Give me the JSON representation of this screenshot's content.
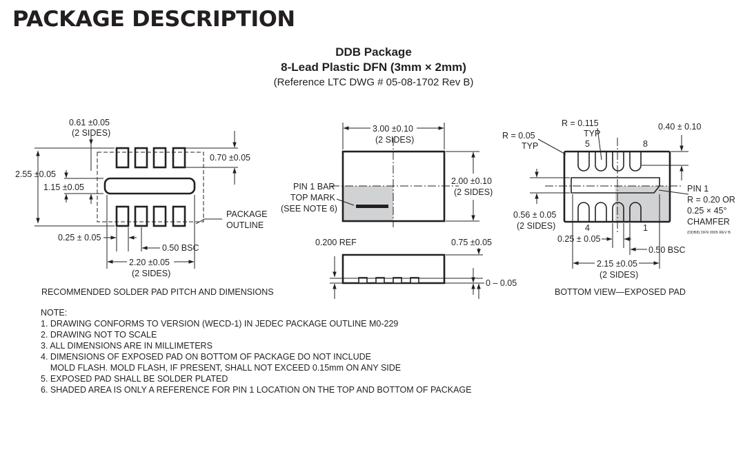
{
  "title": "PACKAGE DESCRIPTION",
  "package": {
    "name": "DDB Package",
    "description": "8-Lead Plastic DFN (3mm × 2mm)",
    "reference": "(Reference LTC DWG # 05-08-1702 Rev B)"
  },
  "solder_pad_view": {
    "caption": "RECOMMENDED SOLDER PAD PITCH AND DIMENSIONS",
    "dim_pad_width": "0.61 ±0.05",
    "dim_pad_width_sides": "(2 SIDES)",
    "dim_pad_length": "0.70 ±0.05",
    "dim_overall_height": "2.55 ±0.05",
    "dim_exposed_height": "1.15 ±0.05",
    "package_outline_label_1": "PACKAGE",
    "package_outline_label_2": "OUTLINE",
    "dim_pad_pitch_width": "0.25 ± 0.05",
    "dim_bsc": "0.50 BSC",
    "dim_exposed_width": "2.20 ±0.05",
    "dim_exposed_width_sides": "(2 SIDES)"
  },
  "top_view": {
    "dim_width": "3.00 ±0.10",
    "dim_width_sides": "(2 SIDES)",
    "dim_height": "2.00 ±0.10",
    "dim_height_sides": "(2 SIDES)",
    "pin1_label_1": "PIN 1 BAR",
    "pin1_label_2": "TOP MARK",
    "pin1_label_3": "(SEE NOTE 6)"
  },
  "side_view": {
    "dim_ref": "0.200 REF",
    "dim_thickness": "0.75 ±0.05",
    "dim_standoff": "0 – 0.05"
  },
  "bottom_view": {
    "caption": "BOTTOM VIEW—EXPOSED PAD",
    "radius_corner": "R = 0.05",
    "radius_corner_typ": "TYP",
    "radius_lead": "R = 0.115",
    "radius_lead_typ": "TYP",
    "pin_5": "5",
    "pin_8": "8",
    "pin_4": "4",
    "pin_1": "1",
    "dim_lead_length": "0.40 ± 0.10",
    "pin1_note_1": "PIN 1",
    "pin1_note_2": "R = 0.20 OR",
    "pin1_note_3": "0.25 × 45°",
    "pin1_note_4": "CHAMFER",
    "dwg_code": "(DDB8) DFN 0905 REV B",
    "dim_pad_height": "0.56 ± 0.05",
    "dim_pad_height_sides": "(2 SIDES)",
    "dim_lead_width": "0.25 ± 0.05",
    "dim_bsc": "0.50 BSC",
    "dim_pad_width": "2.15 ±0.05",
    "dim_pad_width_sides": "(2 SIDES)"
  },
  "notes": {
    "heading": "NOTE:",
    "items": [
      "1. DRAWING CONFORMS TO VERSION (WECD-1) IN JEDEC PACKAGE OUTLINE M0-229",
      "2. DRAWING NOT TO SCALE",
      "3. ALL DIMENSIONS ARE IN MILLIMETERS",
      "4. DIMENSIONS OF EXPOSED PAD ON BOTTOM OF PACKAGE DO NOT INCLUDE",
      "    MOLD FLASH. MOLD FLASH, IF PRESENT, SHALL NOT EXCEED 0.15mm ON ANY SIDE",
      "5. EXPOSED PAD SHALL BE SOLDER PLATED",
      "6. SHADED AREA IS ONLY A REFERENCE FOR PIN 1 LOCATION ON THE TOP AND BOTTOM OF PACKAGE"
    ]
  }
}
